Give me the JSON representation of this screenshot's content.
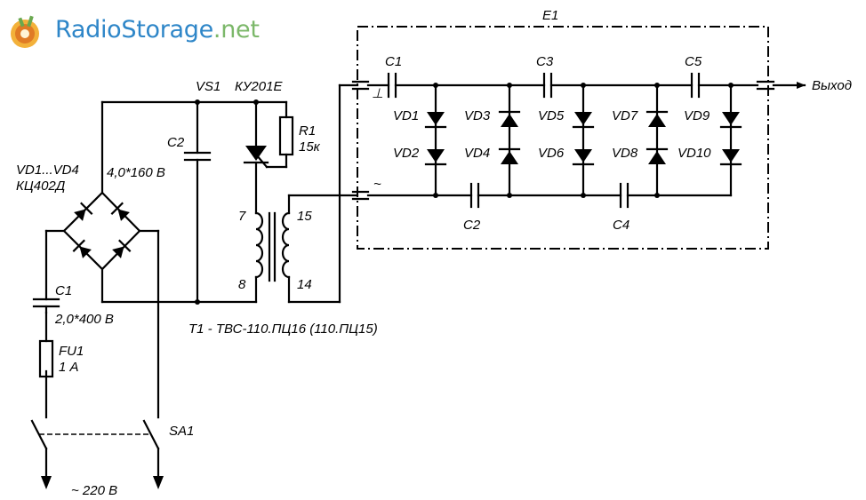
{
  "watermark": {
    "brand": "RadioStorage",
    "tld": ".net"
  },
  "labels": {
    "e1": "E1",
    "vs1": "VS1",
    "ky201e": "КУ201Е",
    "r1": "R1",
    "r1_val": "15к",
    "c2_left": "C2",
    "c2_left_val": "4,0*160 В",
    "bridge": "VD1...VD4",
    "bridge_type": "КЦ402Д",
    "c1_left": "C1",
    "c1_left_val": "2,0*400 В",
    "fu1": "FU1",
    "fu1_val": "1 А",
    "sa1": "SA1",
    "mains": "~ 220 В",
    "t1": "T1 - ТВС-110.ПЦ16 (110.ПЦ15)",
    "pin7": "7",
    "pin8": "8",
    "pin15": "15",
    "pin14": "14",
    "ground_sym": "⊥",
    "tilde_sym": "~",
    "c1": "C1",
    "c2": "C2",
    "c3": "C3",
    "c4": "C4",
    "c5": "C5",
    "vd1": "VD1",
    "vd2": "VD2",
    "vd3": "VD3",
    "vd4": "VD4",
    "vd5": "VD5",
    "vd6": "VD6",
    "vd7": "VD7",
    "vd8": "VD8",
    "vd9": "VD9",
    "vd10": "VD10",
    "output": "Выход"
  }
}
